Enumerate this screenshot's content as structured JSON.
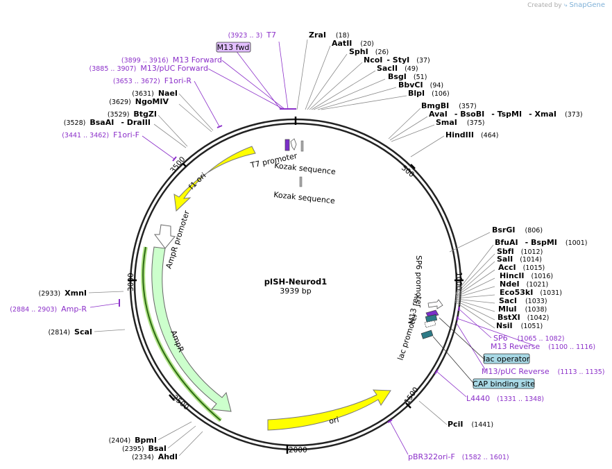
{
  "app": {
    "credit_prefix": "Created by",
    "credit_brand": "SnapGene"
  },
  "plasmid": {
    "name": "pISH-Neurod1",
    "length": 3939,
    "length_label": "3939 bp"
  },
  "ticks": [
    "500",
    "1000",
    "1500",
    "2000",
    "2500",
    "3000",
    "3500"
  ],
  "enzymes": [
    {
      "name": "ZraI",
      "pos": "(18)"
    },
    {
      "name": "AatII",
      "pos": "(20)"
    },
    {
      "name": "SphI",
      "pos": "(26)"
    },
    {
      "name": "NcoI",
      "name2": "StyI",
      "pos": "(37)"
    },
    {
      "name": "SacII",
      "pos": "(49)"
    },
    {
      "name": "BsgI",
      "pos": "(51)"
    },
    {
      "name": "BbvCI",
      "pos": "(94)"
    },
    {
      "name": "BlpI",
      "pos": "(106)"
    },
    {
      "name": "BmgBI",
      "pos": "(357)"
    },
    {
      "name": "AvaI",
      "name2": "BsoBI",
      "name3": "TspMI",
      "name4": "XmaI",
      "pos": "(373)"
    },
    {
      "name": "SmaI",
      "pos": "(375)"
    },
    {
      "name": "HindIII",
      "pos": "(464)"
    },
    {
      "name": "BsrGI",
      "pos": "(806)"
    },
    {
      "name": "BfuAI",
      "name2": "BspMI",
      "pos": "(1001)"
    },
    {
      "name": "SbfI",
      "pos": "(1012)"
    },
    {
      "name": "SalI",
      "pos": "(1014)"
    },
    {
      "name": "AccI",
      "pos": "(1015)"
    },
    {
      "name": "HincII",
      "pos": "(1016)"
    },
    {
      "name": "NdeI",
      "pos": "(1021)"
    },
    {
      "name": "Eco53kI",
      "pos": "(1031)"
    },
    {
      "name": "SacI",
      "pos": "(1033)"
    },
    {
      "name": "MluI",
      "pos": "(1038)"
    },
    {
      "name": "BstXI",
      "pos": "(1042)"
    },
    {
      "name": "NsiI",
      "pos": "(1051)"
    },
    {
      "name": "PciI",
      "pos": "(1441)"
    },
    {
      "name": "AhdI",
      "pos": "(2334)"
    },
    {
      "name": "BsaI",
      "pos": "(2395)"
    },
    {
      "name": "BpmI",
      "pos": "(2404)"
    },
    {
      "name": "ScaI",
      "pos": "(2814)"
    },
    {
      "name": "XmnI",
      "pos": "(2933)"
    },
    {
      "name": "BsaAI",
      "name2": "DraIII",
      "pos": "(3528)"
    },
    {
      "name": "BtgZI",
      "pos": "(3529)"
    },
    {
      "name": "NgoMIV",
      "pos": "(3629)"
    },
    {
      "name": "NaeI",
      "pos": "(3631)"
    }
  ],
  "primers": [
    {
      "name": "T7",
      "range": "(3923 .. 3)"
    },
    {
      "name": "M13 fwd",
      "range": ""
    },
    {
      "name": "M13 Forward",
      "range": "(3899 .. 3916)"
    },
    {
      "name": "M13/pUC Forward",
      "range": "(3885 .. 3907)"
    },
    {
      "name": "F1ori-R",
      "range": "(3653 .. 3672)"
    },
    {
      "name": "F1ori-F",
      "range": "(3441 .. 3462)"
    },
    {
      "name": "Amp-R",
      "range": "(2884 .. 2903)"
    },
    {
      "name": "SP6",
      "range": "(1065 .. 1082)"
    },
    {
      "name": "M13 Reverse",
      "range": "(1100 .. 1116)"
    },
    {
      "name": "lac operator",
      "range": ""
    },
    {
      "name": "M13/pUC Reverse",
      "range": "(1113 .. 1135)"
    },
    {
      "name": "CAP binding site",
      "range": ""
    },
    {
      "name": "L4440",
      "range": "(1331 .. 1348)"
    },
    {
      "name": "pBR322ori-F",
      "range": "(1582 .. 1601)"
    }
  ],
  "features": {
    "t7_promoter": "T7 promoter",
    "kozak1": "Kozak sequence",
    "kozak2": "Kozak sequence",
    "f1_ori": "f1 ori",
    "ampr_promoter": "AmpR promoter",
    "ampr": "AmpR",
    "ori": "ori",
    "sp6_promoter": "SP6 promoter",
    "m13_rev": "M13 rev",
    "lac_promoter": "lac promoter"
  },
  "colors": {
    "primer_purple": "#8b2fc9",
    "yellow_feature": "#ffff00",
    "green_feature": "#ccffcc",
    "box_blue": "#a9d9e6",
    "box_lilac": "#e2bfff"
  }
}
